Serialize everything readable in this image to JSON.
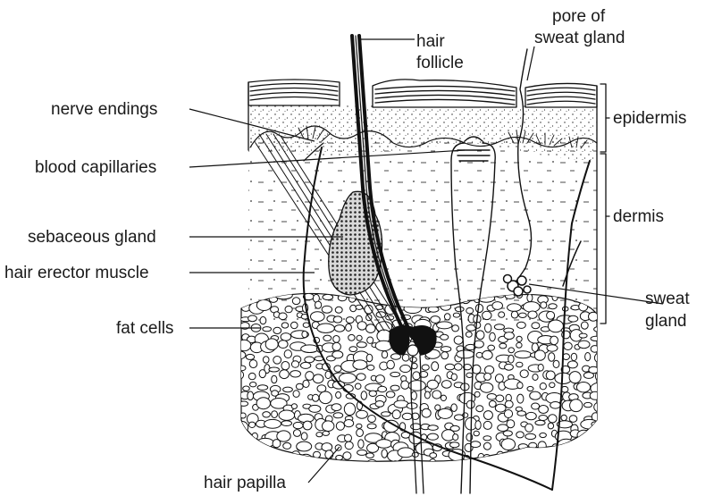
{
  "labels": {
    "hair_follicle": [
      "hair",
      "follicle"
    ],
    "pore_of_sweat_gland": [
      "pore of",
      "sweat gland"
    ],
    "nerve_endings": "nerve endings",
    "epidermis": "epidermis",
    "blood_capillaries": "blood capillaries",
    "dermis": "dermis",
    "sebaceous_gland": "sebaceous gland",
    "hair_erector_muscle": "hair erector muscle",
    "sweat_gland": [
      "sweat",
      "gland"
    ],
    "fat_cells": "fat cells",
    "hair_papilla": "hair papilla"
  }
}
